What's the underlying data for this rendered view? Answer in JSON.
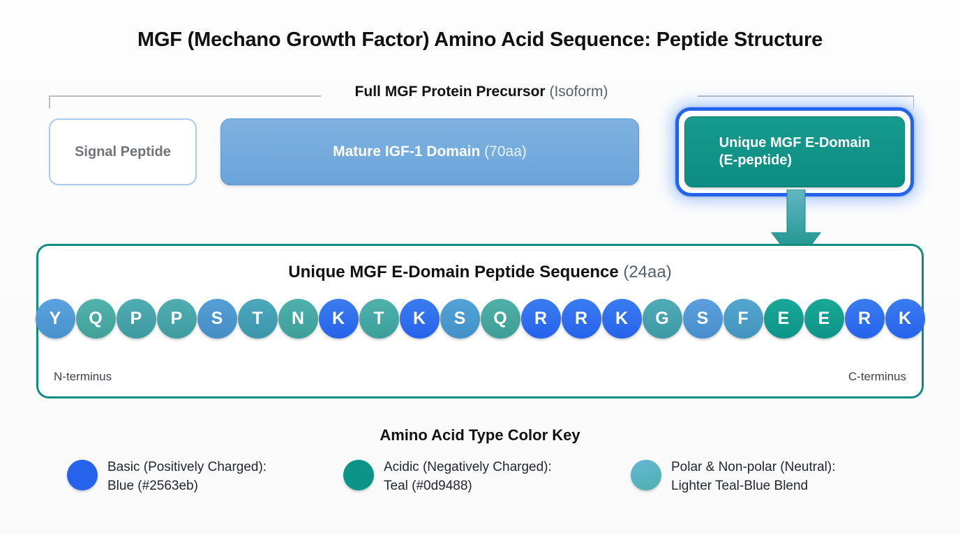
{
  "title": "MGF (Mechano Growth Factor) Amino Acid Sequence: Peptide Structure",
  "precursor": {
    "bracket_label_bold": "Full MGF Protein Precursor",
    "bracket_label_muted": "(Isoform)",
    "signal_peptide": "Signal Peptide",
    "mature_domain_bold": "Mature IGF-1 Domain",
    "mature_domain_muted": "(70aa)",
    "edomain_line1": "Unique MGF E-Domain",
    "edomain_line2": "(E-peptide)"
  },
  "sequence_panel": {
    "heading_bold": "Unique MGF E-Domain Peptide Sequence",
    "heading_muted": "(24aa)",
    "n_terminus": "N-terminus",
    "c_terminus": "C-terminus",
    "residues": [
      {
        "letter": "Y",
        "type": "neutral",
        "color": "#5aa3de"
      },
      {
        "letter": "Q",
        "type": "neutral",
        "color": "#52b3ac"
      },
      {
        "letter": "P",
        "type": "neutral",
        "color": "#4fac b2"
      },
      {
        "letter": "P",
        "type": "neutral",
        "color": "#51aeb0"
      },
      {
        "letter": "S",
        "type": "neutral",
        "color": "#559fd6"
      },
      {
        "letter": "T",
        "type": "neutral",
        "color": "#4ea8bd"
      },
      {
        "letter": "N",
        "type": "neutral",
        "color": "#4fb0ac"
      },
      {
        "letter": "K",
        "type": "basic",
        "color": "#2563eb"
      },
      {
        "letter": "T",
        "type": "neutral",
        "color": "#4fb1ab"
      },
      {
        "letter": "K",
        "type": "basic",
        "color": "#2563eb"
      },
      {
        "letter": "S",
        "type": "neutral",
        "color": "#53a3d8"
      },
      {
        "letter": "Q",
        "type": "neutral",
        "color": "#50b0a8"
      },
      {
        "letter": "R",
        "type": "basic",
        "color": "#2563eb"
      },
      {
        "letter": "R",
        "type": "basic",
        "color": "#2563eb"
      },
      {
        "letter": "K",
        "type": "basic",
        "color": "#2563eb"
      },
      {
        "letter": "G",
        "type": "neutral",
        "color": "#4fabb6"
      },
      {
        "letter": "S",
        "type": "neutral",
        "color": "#5aa0df"
      },
      {
        "letter": "F",
        "type": "neutral",
        "color": "#54a6cf"
      },
      {
        "letter": "E",
        "type": "acidic",
        "color": "#0d9488"
      },
      {
        "letter": "E",
        "type": "acidic",
        "color": "#0d9488"
      },
      {
        "letter": "R",
        "type": "basic",
        "color": "#2563eb"
      },
      {
        "letter": "K",
        "type": "basic",
        "color": "#2563eb"
      }
    ]
  },
  "legend": {
    "title": "Amino Acid Type Color Key",
    "items": [
      {
        "color": "#2563eb",
        "line1": "Basic (Positively Charged):",
        "line2": "Blue (#2563eb)"
      },
      {
        "color": "#0d9488",
        "line1": "Acidic (Negatively Charged):",
        "line2": "Teal (#0d9488)"
      },
      {
        "color": "#56a8cf",
        "line1": "Polar & Non-polar (Neutral):",
        "line2": "Lighter Teal-Blue Blend"
      }
    ]
  },
  "colors": {
    "basic_blue": "#2563eb",
    "acidic_teal": "#0d9488",
    "panel_border_teal": "#0f8d82",
    "highlight_blue": "#2563eb",
    "mature_blue": "#6ba4da",
    "signal_border": "#a9cdee"
  }
}
